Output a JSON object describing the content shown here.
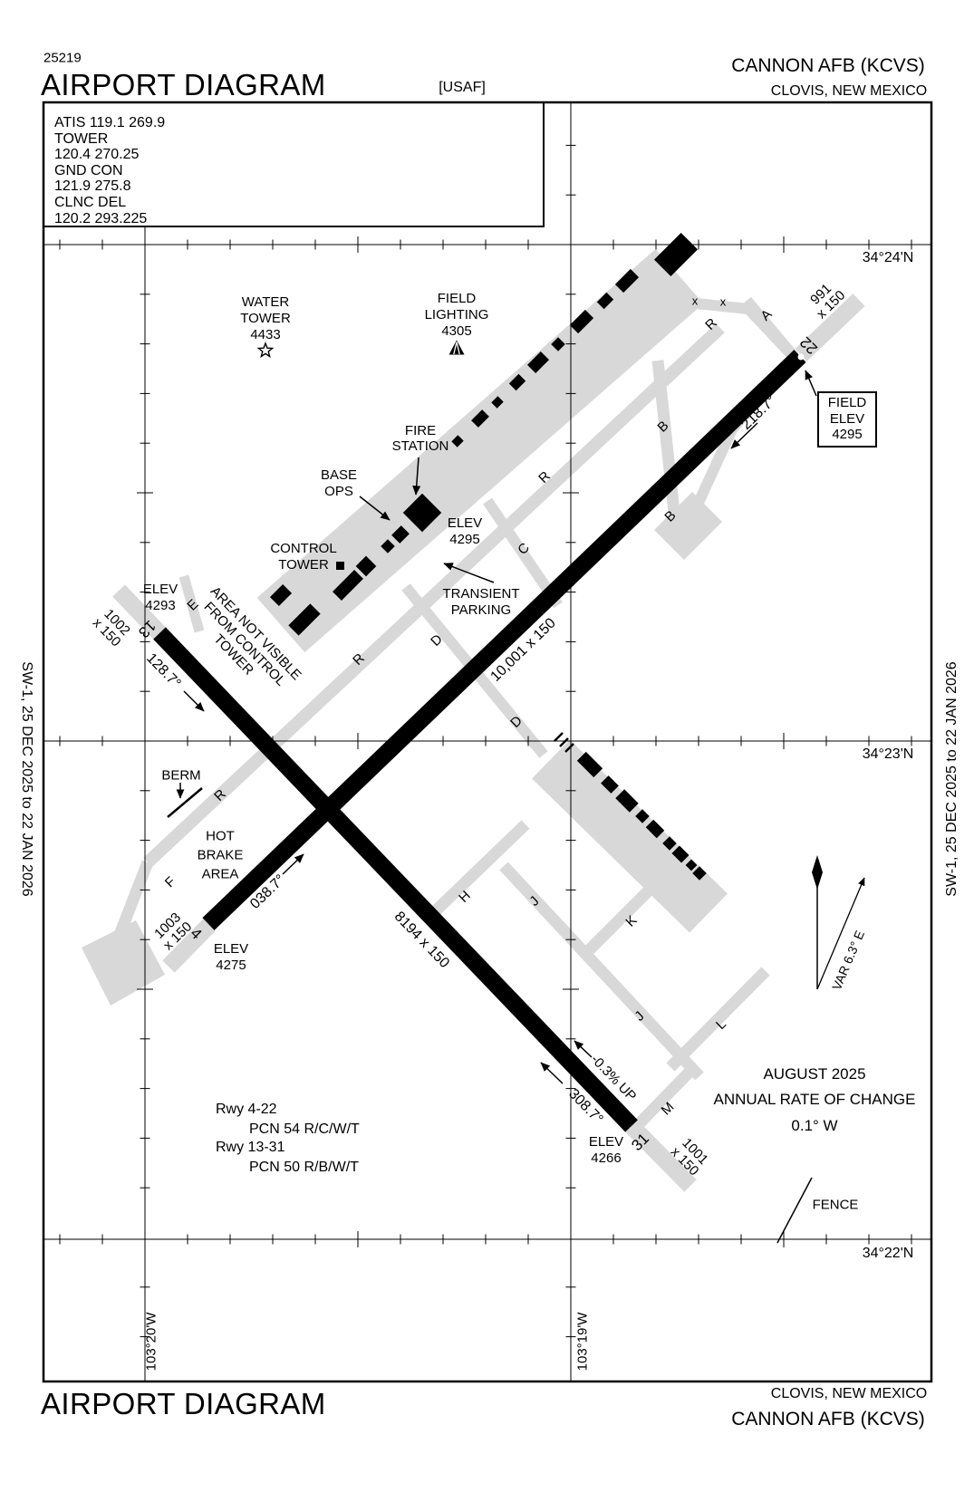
{
  "header": {
    "chart_number": "25219",
    "title": "AIRPORT DIAGRAM",
    "agency": "[USAF]",
    "airport": "CANNON AFB  (KCVS)",
    "city": "CLOVIS, NEW MEXICO"
  },
  "footer": {
    "title": "AIRPORT DIAGRAM",
    "city": "CLOVIS, NEW MEXICO",
    "airport": "CANNON AFB  (KCVS)"
  },
  "margin_note": "SW-1,  25 DEC 2025  to  22 JAN 2026",
  "comm_box": {
    "lines": [
      "ATIS  119.1  269.9",
      "TOWER",
      "120.4  270.25",
      "GND CON",
      "121.9  275.8",
      "CLNC DEL",
      "120.2  293.225"
    ]
  },
  "graticule": {
    "lat_34_24": "34°24'N",
    "lat_34_23": "34°23'N",
    "lat_34_22": "34°22'N",
    "lon_103_20": "103°20'W",
    "lon_103_19": "103°19'W"
  },
  "runways": {
    "rwy_4_22": {
      "length_width": "10,001 x 150",
      "end_22": "22",
      "end_4": "4",
      "hdg_22": "218.7°",
      "hdg_4": "038.7°",
      "overrun_22": [
        "991",
        "x 150"
      ],
      "overrun_4": [
        "1003",
        "x 150"
      ]
    },
    "rwy_13_31": {
      "length_width": "8194 x 150",
      "end_13": "13",
      "end_31": "31",
      "hdg_13": "128.7°",
      "hdg_31": "308.7°",
      "slope": "-0.3% UP",
      "overrun_13": [
        "1002",
        "x 150"
      ],
      "overrun_31": [
        "1001",
        "x 150"
      ]
    }
  },
  "elevations": {
    "field_box": [
      "FIELD",
      "ELEV",
      "4295"
    ],
    "mid": [
      "ELEV",
      "4295"
    ],
    "rwy13": [
      "ELEV",
      "4293"
    ],
    "rwy4": [
      "ELEV",
      "4275"
    ],
    "rwy31": [
      "ELEV",
      "4266"
    ]
  },
  "facilities": {
    "water_tower": [
      "WATER",
      "TOWER",
      "4433"
    ],
    "field_lighting": [
      "FIELD",
      "LIGHTING",
      "4305"
    ],
    "fire_station": [
      "FIRE",
      "STATION"
    ],
    "base_ops": [
      "BASE",
      "OPS"
    ],
    "control_tower": [
      "CONTROL",
      "TOWER"
    ],
    "transient_parking": [
      "TRANSIENT",
      "PARKING"
    ],
    "hot_brake": [
      "HOT",
      "BRAKE",
      "AREA"
    ],
    "area_not_visible": [
      "AREA NOT VISIBLE",
      "FROM CONTROL",
      "TOWER"
    ],
    "berm": "BERM",
    "fence": "FENCE"
  },
  "taxiways": {
    "a": "A",
    "b": "B",
    "c": "C",
    "d": "D",
    "e": "E",
    "f": "F",
    "h": "H",
    "j": "J",
    "k": "K",
    "l": "L",
    "m": "M",
    "r": "R",
    "closed_mark": "x"
  },
  "notes": {
    "pcn": [
      "Rwy 4-22",
      "PCN 54 R/C/W/T",
      "Rwy 13-31",
      "PCN 50 R/B/W/T"
    ],
    "change_date": "AUGUST 2025",
    "change_label": "ANNUAL RATE OF CHANGE",
    "change_value": "0.1° W",
    "variation": "VAR 6.3° E"
  }
}
